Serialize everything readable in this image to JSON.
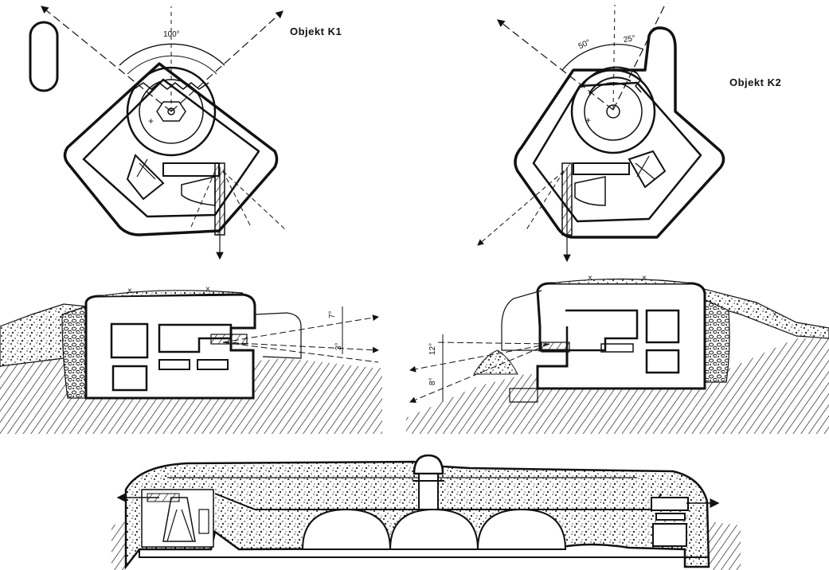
{
  "objects": [
    {
      "id": "k1",
      "title": "Objekt K1",
      "angles": [
        "100°"
      ],
      "section_angles": [
        "7°",
        "3°"
      ]
    },
    {
      "id": "k2",
      "title": "Objekt K2",
      "angles": [
        "50°",
        "25°"
      ],
      "section_angles": [
        "12°",
        "8°"
      ]
    }
  ],
  "colors": {
    "ink": "#111111",
    "paper": "#ffffff"
  }
}
